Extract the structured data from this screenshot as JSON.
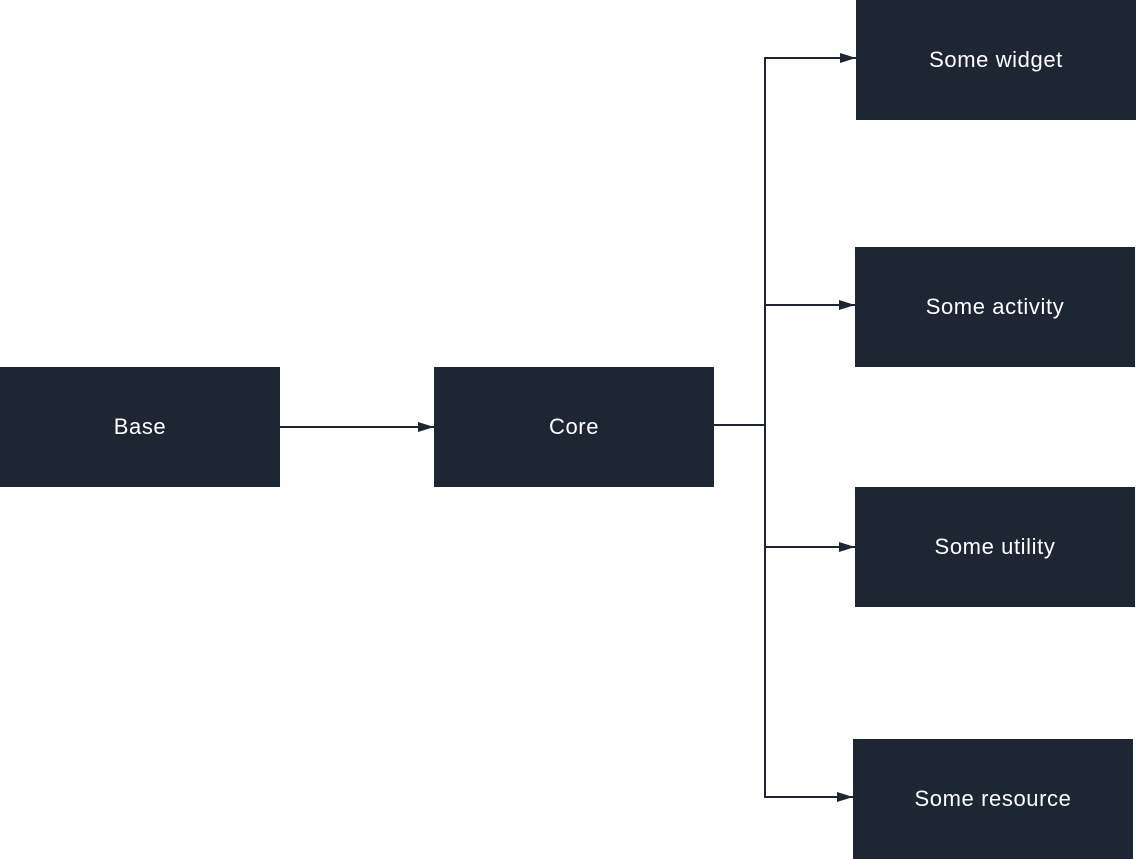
{
  "colors": {
    "node_fill": "#1e2533",
    "node_text": "#ffffff",
    "connector": "#1e2533",
    "background": "#ffffff"
  },
  "nodes": {
    "base": "Base",
    "core": "Core",
    "widget": "Some widget",
    "activity": "Some activity",
    "utility": "Some utility",
    "resource": "Some resource"
  },
  "edges": [
    {
      "from": "base",
      "to": "core"
    },
    {
      "from": "core",
      "to": "widget"
    },
    {
      "from": "core",
      "to": "activity"
    },
    {
      "from": "core",
      "to": "utility"
    },
    {
      "from": "core",
      "to": "resource"
    }
  ]
}
